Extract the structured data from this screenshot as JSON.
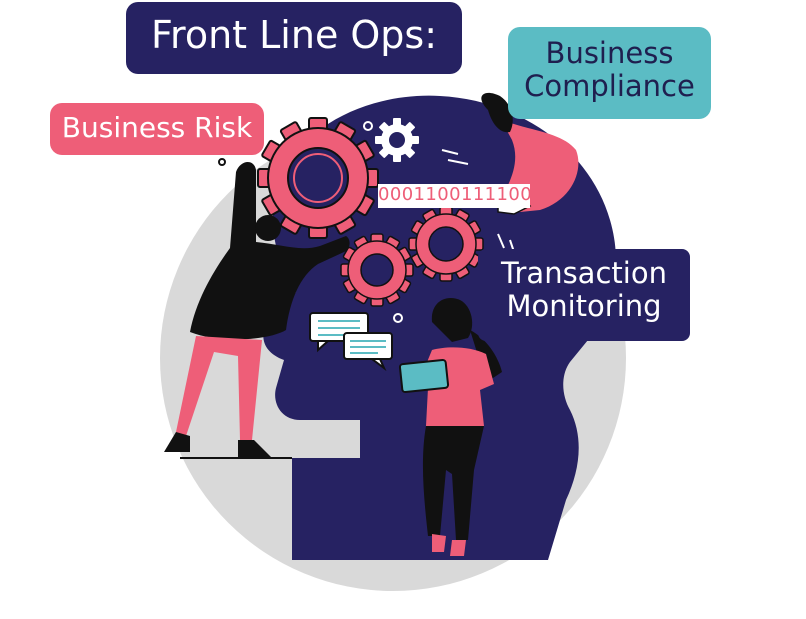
{
  "title": "Front Line Ops:",
  "labels": {
    "compliance_line1": "Business",
    "compliance_line2": "Compliance",
    "risk": "Business Risk",
    "monitoring_line1": "Transaction",
    "monitoring_line2": "Monitoring"
  },
  "binary_text": "0001100111100",
  "colors": {
    "navy": "#262262",
    "pink": "#ee5e78",
    "teal": "#5bbcc4",
    "grey": "#d9d9d9",
    "black": "#111111"
  },
  "icons": [
    "gear-icon",
    "chat-bubble-icon",
    "tablet-icon",
    "head-silhouette"
  ]
}
